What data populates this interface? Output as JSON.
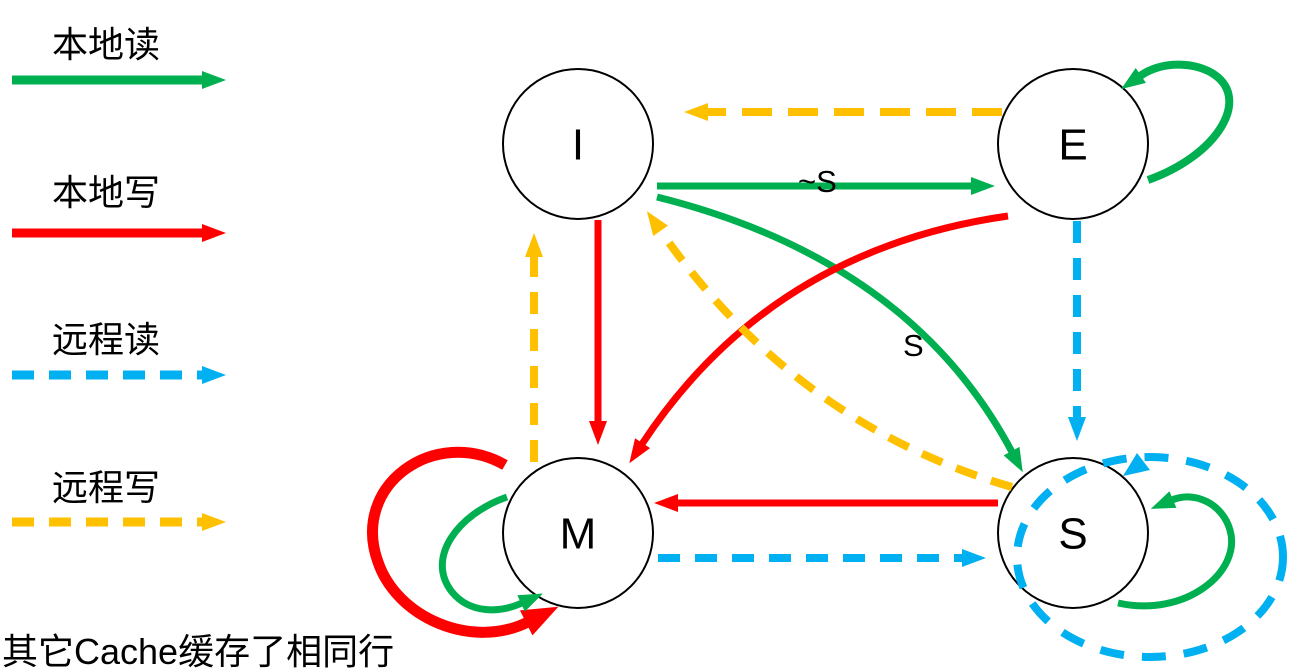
{
  "legend": {
    "items": [
      {
        "label": "本地读",
        "color": "#00B050",
        "line_style": "solid"
      },
      {
        "label": "本地写",
        "color": "#FF0000",
        "line_style": "solid"
      },
      {
        "label": "远程读",
        "color": "#00B0F0",
        "line_style": "dashed"
      },
      {
        "label": "远程写",
        "color": "#FFC000",
        "line_style": "dashed"
      }
    ]
  },
  "diagram": {
    "type": "state-transition-diagram",
    "protocol_states": [
      {
        "id": "I",
        "label": "I"
      },
      {
        "id": "E",
        "label": "E"
      },
      {
        "id": "M",
        "label": "M"
      },
      {
        "id": "S",
        "label": "S"
      }
    ],
    "edge_labels": {
      "i_to_e": "~S",
      "i_to_s": "S"
    },
    "transitions": [
      {
        "from": "I",
        "to": "E",
        "event": "本地读",
        "condition": "~S"
      },
      {
        "from": "I",
        "to": "S",
        "event": "本地读",
        "condition": "S"
      },
      {
        "from": "I",
        "to": "M",
        "event": "本地写"
      },
      {
        "from": "E",
        "to": "E",
        "event": "本地读"
      },
      {
        "from": "E",
        "to": "I",
        "event": "远程写"
      },
      {
        "from": "E",
        "to": "M",
        "event": "本地写"
      },
      {
        "from": "E",
        "to": "S",
        "event": "远程读"
      },
      {
        "from": "M",
        "to": "M",
        "event": "本地读"
      },
      {
        "from": "M",
        "to": "M",
        "event": "本地写"
      },
      {
        "from": "M",
        "to": "I",
        "event": "远程写"
      },
      {
        "from": "M",
        "to": "S",
        "event": "远程读"
      },
      {
        "from": "S",
        "to": "S",
        "event": "本地读"
      },
      {
        "from": "S",
        "to": "S",
        "event": "远程读"
      },
      {
        "from": "S",
        "to": "M",
        "event": "本地写"
      },
      {
        "from": "S",
        "to": "I",
        "event": "远程写"
      }
    ]
  },
  "footnote": "其它Cache缓存了相同行",
  "colors": {
    "local_read": "#00B050",
    "local_write": "#FF0000",
    "remote_read": "#00B0F0",
    "remote_write": "#FFC000",
    "state_outline": "#000000",
    "background": "#FFFFFF"
  }
}
